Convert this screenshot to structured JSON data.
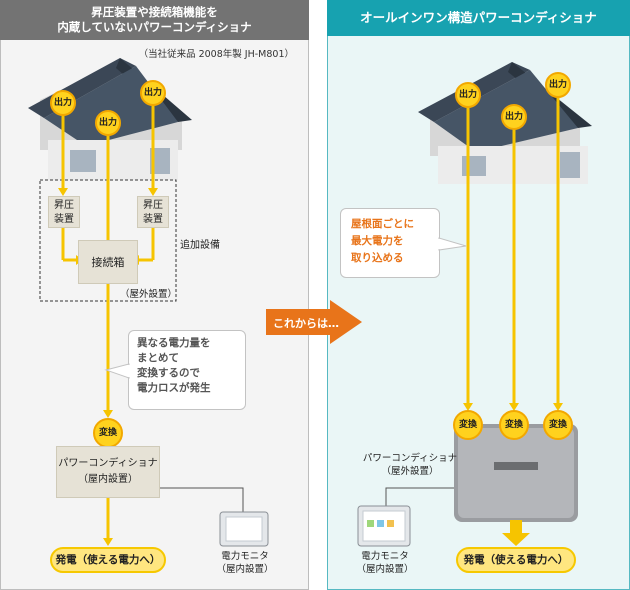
{
  "left": {
    "title": "昇圧装置や接続箱機能を\n内蔵していないパワーコンディショナ",
    "note": "（当社従来品 2008年製 JH-M801）",
    "output_badges": [
      "出力",
      "出力",
      "出力"
    ],
    "booster_labels": [
      "昇圧\n装置",
      "昇圧\n装置"
    ],
    "junction_box": "接続箱",
    "additional_equipment": "追加設備",
    "outdoor_install": "（屋外設置）",
    "bubble_text": "異なる電力量を\nまとめて\n変換するので\n電力ロスが発生",
    "convert_badge": "変換",
    "power_conditioner": "パワーコンディショナ\n（屋内設置）",
    "generation_pill": "発電（使える電力へ）",
    "monitor_label": "電力モニタ\n（屋内設置）"
  },
  "transition": {
    "label": "これからは…",
    "color": "#e8741a"
  },
  "right": {
    "title": "オールインワン構造パワーコンディショナ",
    "output_badges": [
      "出力",
      "出力",
      "出力"
    ],
    "bubble_text": "屋根面ごとに\n最大電力を\n取り込める",
    "convert_badges": [
      "変換",
      "変換",
      "変換"
    ],
    "power_conditioner_label": "パワーコンディショナ\n（屋外設置）",
    "monitor_label": "電力モニタ\n（屋内設置）",
    "generation_pill": "発電（使える電力へ）"
  },
  "colors": {
    "left_header": "#737373",
    "right_header": "#17a2b0",
    "flow_line": "#f6c400",
    "badge_fill": "#ffd21e",
    "orange_text": "#e8741a"
  }
}
